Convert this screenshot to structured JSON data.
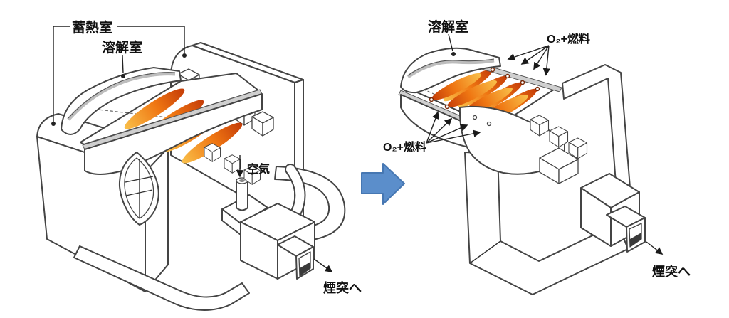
{
  "figure": {
    "background": "#ffffff",
    "left_furnace": {
      "regenerator_label": "蓄熱室",
      "melting_chamber_label": "溶解室",
      "air_label": "空気",
      "chimney_label": "煙突へ",
      "flame_count": 4
    },
    "right_furnace": {
      "melting_chamber_label": "溶解室",
      "oxy_fuel_label_top": "O₂+燃料",
      "oxy_fuel_label_bottom": "O₂+燃料",
      "chimney_label": "煙突へ",
      "flame_count": 8
    },
    "colors": {
      "line": "#444444",
      "band_gray": "#cfcfcf",
      "flame_base": "#c43c08",
      "flame_mid": "#ef7612",
      "flame_tip": "#f9c04a",
      "arrow_fill": "#5b8ecb",
      "arrow_stroke": "#4677b2",
      "text": "#111111"
    }
  }
}
